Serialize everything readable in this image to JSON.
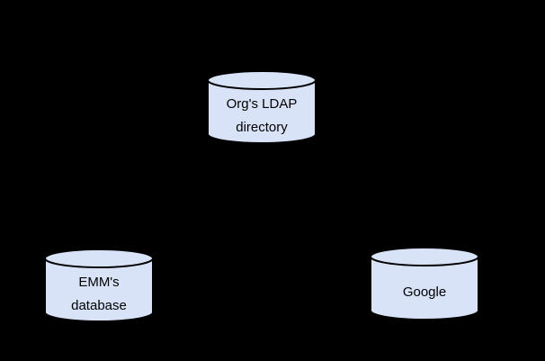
{
  "canvas": {
    "background": "#000000"
  },
  "diagram": {
    "nodes": [
      {
        "id": "orgs-ldap-directory",
        "shape": "cylinder",
        "fill": "#d9e3f8",
        "stroke": "#000000",
        "text_color": "#000000",
        "label_lines": [
          "Org's LDAP",
          "directory"
        ]
      },
      {
        "id": "emms-database",
        "shape": "cylinder",
        "fill": "#d9e3f8",
        "stroke": "#000000",
        "text_color": "#000000",
        "label_lines": [
          "EMM's",
          "database"
        ]
      },
      {
        "id": "google",
        "shape": "cylinder",
        "fill": "#d9e3f8",
        "stroke": "#000000",
        "text_color": "#000000",
        "label_lines": [
          "Google"
        ]
      }
    ]
  }
}
